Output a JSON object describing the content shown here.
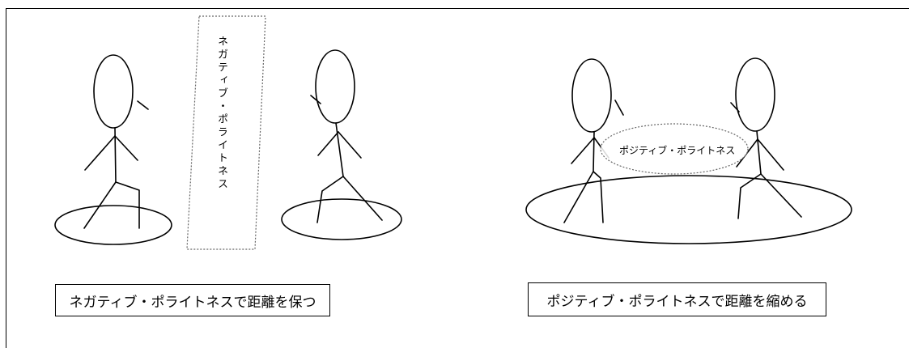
{
  "left_panel": {
    "barrier_label": "ネガティブ・ポライトネス",
    "caption": "ネガティブ・ポライトネスで距離を保つ"
  },
  "right_panel": {
    "shared_oval_label": "ポジティブ・ポライトネス",
    "caption": "ポジティブ・ポライトネスで距離を縮める"
  },
  "colors": {
    "line": "#000000",
    "background": "#ffffff"
  }
}
